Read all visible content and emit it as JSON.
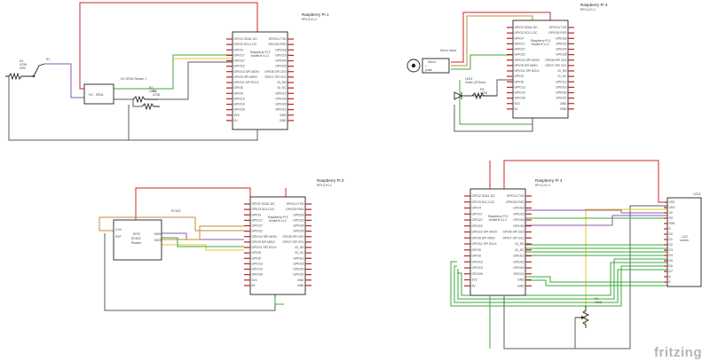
{
  "pi1": {
    "name": "Raspberry Pi 1",
    "ver": "RPI-3-V1.2",
    "inner_lines": [
      "Raspberry Pi 3",
      "Model B v1.2"
    ],
    "pins_left": [
      "GPIO2 SDA1 I2C",
      "GPIO3 SCL1 I2C",
      "GPIO4",
      "GPIO17",
      "GPIO27",
      "GPIO22",
      "GPIO10 SPI MOSI",
      "GPIO9 SPI MISO",
      "GPIO11 SPI SCLK",
      "GPIO5",
      "GPIO6",
      "GPIO13",
      "GPIO19",
      "GPIO26",
      "3V3",
      "5V"
    ],
    "pins_right": [
      "GPIO14 TXD",
      "GPIO15 RXD",
      "GPIO18",
      "GPIO23",
      "GPIO24",
      "GPIO25",
      "GPIO8 SPI CE0",
      "GPIO7 SPI CE1",
      "ID_SD",
      "ID_SC",
      "GPIO12",
      "GPIO16",
      "GPIO20",
      "GPIO21",
      "GND",
      "GND"
    ]
  },
  "pi2": {
    "name": "Raspberry Pi 2",
    "ver": "RPI-3-V1.2",
    "inner_lines": [
      "Raspberry Pi 3",
      "Model B v1.2"
    ],
    "pins_left": [
      "GPIO2 SDA1 I2C",
      "GPIO3 SCL1 I2C",
      "GPIO4",
      "GPIO17",
      "GPIO27",
      "GPIO22",
      "GPIO10 SPI MOSI",
      "GPIO9 SPI MISO",
      "GPIO11 SPI SCLK",
      "GPIO5",
      "GPIO6",
      "GPIO13",
      "GPIO19",
      "GPIO26",
      "3V3",
      "5V"
    ],
    "pins_right": [
      "GPIO14 TXD",
      "GPIO15 RXD",
      "GPIO18",
      "GPIO23",
      "GPIO24",
      "GPIO25",
      "GPIO8 SPI CE0",
      "GPIO7 SPI CE1",
      "ID_SD",
      "ID_SC",
      "GPIO12",
      "GPIO16",
      "GPIO20",
      "GPIO21",
      "GND",
      "GND"
    ]
  },
  "pi3": {
    "name": "Raspberry Pi 3",
    "ver": "RPI-3-V1.2",
    "inner_lines": [
      "Raspberry Pi 3",
      "Model B v1.2"
    ],
    "pins_left": [
      "GPIO2 SDA1 I2C",
      "GPIO3 SCL1 I2C",
      "GPIO4",
      "GPIO17",
      "GPIO27",
      "GPIO22",
      "GPIO10 SPI MOSI",
      "GPIO9 SPI MISO",
      "GPIO11 SPI SCLK",
      "GPIO5",
      "GPIO6",
      "GPIO13",
      "GPIO19",
      "GPIO26",
      "3V3",
      "5V"
    ],
    "pins_right": [
      "GPIO14 TXD",
      "GPIO15 RXD",
      "GPIO18",
      "GPIO23",
      "GPIO24",
      "GPIO25",
      "GPIO8 SPI CE0",
      "GPIO7 SPI CE1",
      "ID_SD",
      "ID_SC",
      "GPIO12",
      "GPIO16",
      "GPIO20",
      "GPIO21",
      "GND",
      "GND"
    ]
  },
  "pi4": {
    "name": "Raspberry Pi 4",
    "ver": "RPI-3-V1.2",
    "inner_lines": [
      "Raspberry Pi 3",
      "Model B v1.2"
    ],
    "pins_left": [
      "GPIO2 SDA1 I2C",
      "GPIO3 SCL1 I2C",
      "GPIO4",
      "GPIO17",
      "GPIO27",
      "GPIO22",
      "GPIO10 SPI MOSI",
      "GPIO9 SPI MISO",
      "GPIO11 SPI SCLK",
      "GPIO5",
      "GPIO6",
      "GPIO13",
      "GPIO19",
      "GPIO26",
      "3V3",
      "5V"
    ],
    "pins_right": [
      "GPIO14 TXD",
      "GPIO15 RXD",
      "GPIO18",
      "GPIO23",
      "GPIO24",
      "GPIO25",
      "GPIO8 SPI CE0",
      "GPIO7 SPI CE1",
      "ID_SD",
      "ID_SC",
      "GPIO12",
      "GPIO16",
      "GPIO20",
      "GPIO21",
      "GND",
      "GND"
    ]
  },
  "r1": {
    "name": "R1",
    "value": "470Ω",
    "tol": "±5%"
  },
  "s1": {
    "name": "S1"
  },
  "hc": {
    "title": "HC-SR04 Sensor 1",
    "body": "HC - SR04"
  },
  "r2": {
    "name": "R2",
    "value": "10kΩ"
  },
  "r3": {
    "name": "R3",
    "value": "470Ω"
  },
  "rc": {
    "title": "RC522",
    "body": [
      "RFID",
      "RC522",
      "Reader"
    ],
    "pins_left": [
      "3.3V",
      "RST",
      "GND",
      "IRQ"
    ],
    "pins_right": [
      "MISO",
      "MOSI",
      "SCK",
      "SDA"
    ]
  },
  "servo": {
    "name": "Servo",
    "title": "Servo motor",
    "pins": [
      "+",
      "−",
      "pulse"
    ]
  },
  "led1": {
    "name": "LED1",
    "color": "Green (570nm)"
  },
  "r5": {
    "name": "R5",
    "value": "470Ω"
  },
  "r4": {
    "name": "R4",
    "value": "10kΩ"
  },
  "lcd": {
    "name": "LCD1",
    "inner": [
      "LCD",
      "screen"
    ],
    "pins": [
      "VSS",
      "VDD",
      "V0",
      "RS",
      "R/W",
      "E",
      "D0",
      "D1",
      "D2",
      "D3",
      "D4",
      "D5",
      "D6",
      "D7",
      "A",
      "K"
    ]
  },
  "brand": {
    "text": "fritzing"
  },
  "colors": {
    "wire_red": "#c8262b",
    "wire_green": "#3aa83a",
    "wire_yellow": "#e6c62a",
    "wire_purple": "#8b5ab3",
    "wire_black": "#5b5b5b",
    "pin_red": "#c41f1f"
  }
}
